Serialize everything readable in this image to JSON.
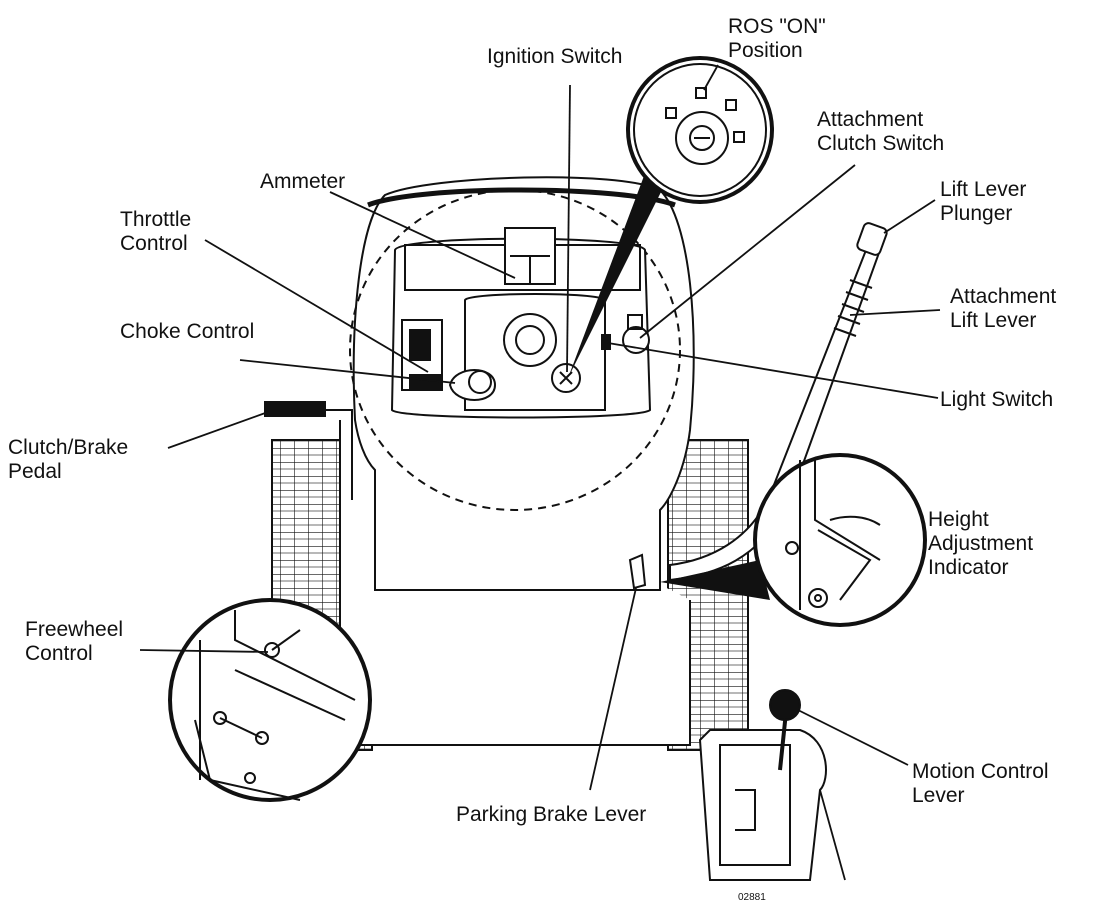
{
  "colors": {
    "ink": "#111111",
    "paper": "#ffffff"
  },
  "labels": {
    "ros_on_line1": "ROS \"ON\"",
    "ros_on_line2": "Position",
    "ignition_switch": "Ignition Switch",
    "attachment_clutch_line1": "Attachment",
    "attachment_clutch_line2": "Clutch Switch",
    "ammeter": "Ammeter",
    "lift_plunger_line1": "Lift Lever",
    "lift_plunger_line2": "Plunger",
    "throttle_line1": "Throttle",
    "throttle_line2": "Control",
    "attachment_lift_line1": "Attachment",
    "attachment_lift_line2": "Lift Lever",
    "choke_control": "Choke Control",
    "light_switch": "Light Switch",
    "clutch_brake_line1": "Clutch/Brake",
    "clutch_brake_line2": "Pedal",
    "height_line1": "Height",
    "height_line2": "Adjustment",
    "height_line3": "Indicator",
    "freewheel_line1": "Freewheel",
    "freewheel_line2": "Control",
    "motion_line1": "Motion Control",
    "motion_line2": "Lever",
    "parking_brake": "Parking Brake Lever",
    "figure_code": "02881"
  }
}
